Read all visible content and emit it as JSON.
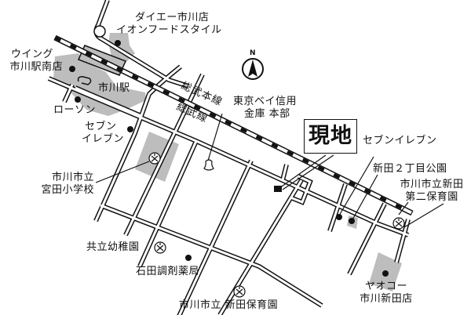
{
  "map": {
    "type": "access-map",
    "site_label": "現地",
    "north_label": "N",
    "colors": {
      "road": "#111111",
      "landmark_fill": "#bdbdbd",
      "rail_dash": "#111111",
      "background": "#ffffff"
    },
    "railway": {
      "lines": [
        "総武本線",
        "総武線"
      ]
    },
    "stations": [
      {
        "name": "市川駅"
      }
    ],
    "landmarks": {
      "daiei": {
        "line1": "ダイエー市川店",
        "line2": "イオンフードスタイル",
        "icon": "dot"
      },
      "wing": {
        "line1": "ウイング",
        "line2": "市川駅南店",
        "icon": "dot"
      },
      "lawson": {
        "line1": "ローソン",
        "icon": "dot"
      },
      "seven_1": {
        "line1": "セブン",
        "line2": "イレブン",
        "icon": "dot"
      },
      "bank": {
        "line1": "東京ベイ信用",
        "line2": "金庫 本部",
        "icon": "bank-symbol"
      },
      "seven_2": {
        "line1": "セブンイレブン",
        "icon": "dot"
      },
      "park": {
        "line1": "新田２丁目公園",
        "icon": "dot"
      },
      "nursery_shinden2": {
        "line1": "市川市立新田",
        "line2": "第二保育園",
        "icon": "school-symbol"
      },
      "miyata_school": {
        "line1": "市川市立",
        "line2": "宮田小学校",
        "icon": "school-symbol"
      },
      "kyoritsu_kindergarten": {
        "line1": "共立幼稚園",
        "icon": "school-symbol"
      },
      "ishida_pharmacy": {
        "line1": "石田調剤薬局",
        "icon": "dot"
      },
      "shinden_nursery": {
        "line1": "市川市立 新田保育園",
        "icon": "school-symbol"
      },
      "yaoko": {
        "line1": "ヤオコー",
        "line2": "市川新田店",
        "icon": "dot"
      }
    }
  }
}
